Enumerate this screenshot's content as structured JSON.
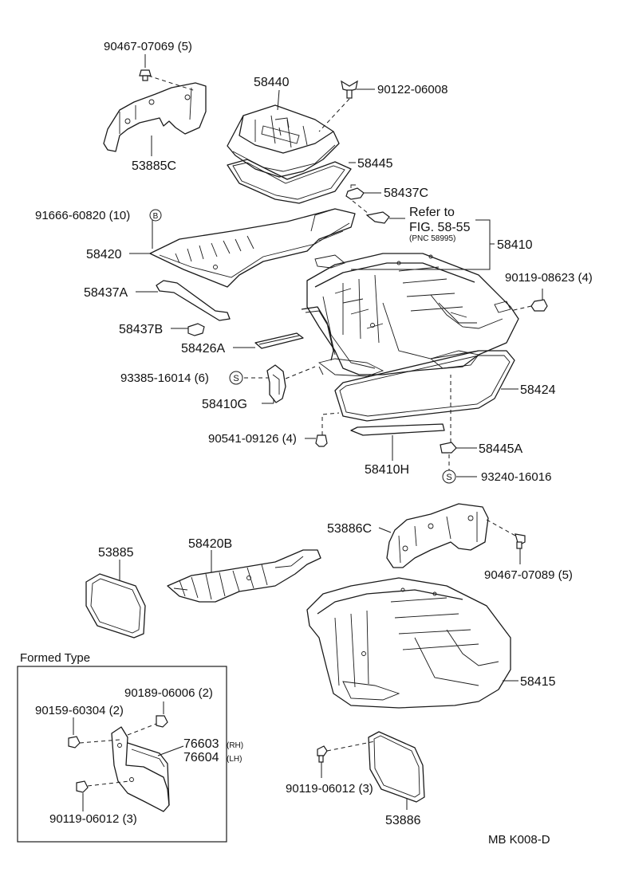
{
  "diagram": {
    "labels": {
      "p90467_07069": "90467-07069 (5)",
      "p58440": "58440",
      "p90122_06008": "90122-06008",
      "p53885c": "53885C",
      "p58445": "58445",
      "p58437c": "58437C",
      "p91666_60820": "91666-60820 (10)",
      "refer_line1": "Refer to",
      "refer_line2": "FIG. 58-55",
      "refer_line3": "(PNC 58995)",
      "p58410": "58410",
      "p58420": "58420",
      "p90119_08623": "90119-08623 (4)",
      "p58437a": "58437A",
      "p58437b": "58437B",
      "p58426a": "58426A",
      "p93385_16014": "93385-16014 (6)",
      "p58424": "58424",
      "p58410g": "58410G",
      "p90541_09126": "90541-09126 (4)",
      "p58445a": "58445A",
      "p58410h": "58410H",
      "p93240_16016": "93240-16016",
      "p53886c": "53886C",
      "p53885": "53885",
      "p58420b": "58420B",
      "p90467_07089": "90467-07089 (5)",
      "p58415": "58415",
      "formed_type": "Formed Type",
      "p90189_06006": "90189-06006 (2)",
      "p90159_60304": "90159-60304 (2)",
      "p76603": "76603",
      "rh": "(RH)",
      "p76604": "76604",
      "lh": "(LH)",
      "p90119_06012_a": "90119-06012 (3)",
      "p90119_06012_b": "90119-06012 (3)",
      "p53886": "53886",
      "footer_code": "MB  K008-D"
    },
    "symbols": {
      "b_marker": "B",
      "s_marker": "S"
    }
  }
}
